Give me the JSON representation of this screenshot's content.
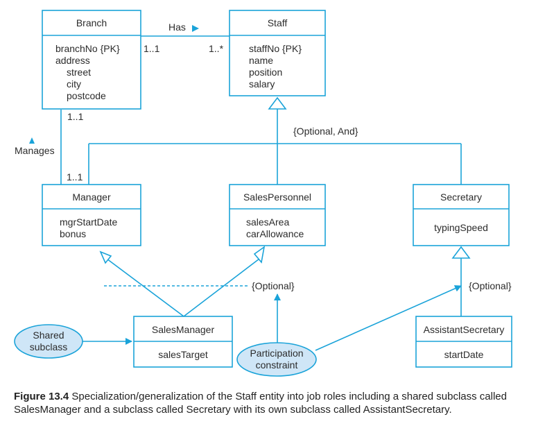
{
  "entities": {
    "branch": {
      "name": "Branch",
      "attrs": [
        "branchNo {PK}",
        "address",
        "street",
        "city",
        "postcode"
      ]
    },
    "staff": {
      "name": "Staff",
      "attrs": [
        "staffNo {PK}",
        "name",
        "position",
        "salary"
      ]
    },
    "manager": {
      "name": "Manager",
      "attrs": [
        "mgrStartDate",
        "bonus"
      ]
    },
    "salesPersonnel": {
      "name": "SalesPersonnel",
      "attrs": [
        "salesArea",
        "carAllowance"
      ]
    },
    "secretary": {
      "name": "Secretary",
      "attrs": [
        "typingSpeed"
      ]
    },
    "salesManager": {
      "name": "SalesManager",
      "attrs": [
        "salesTarget"
      ]
    },
    "assistantSecretary": {
      "name": "AssistantSecretary",
      "attrs": [
        "startDate"
      ]
    }
  },
  "relationships": {
    "has": {
      "label": "Has",
      "branch_mult": "1..1",
      "staff_mult": "1..*"
    },
    "manages": {
      "label": "Manages",
      "branch_mult": "1..1",
      "manager_mult": "1..1"
    }
  },
  "constraints": {
    "staff": "{Optional, And}",
    "salesManager": "{Optional}",
    "secretary": "{Optional}"
  },
  "notes": {
    "shared": [
      "Shared",
      "subclass"
    ],
    "participation": [
      "Participation",
      "constraint"
    ]
  },
  "caption": {
    "label": "Figure 13.4",
    "text": "Specialization/generalization of the Staff entity into job roles including a shared subclass called SalesManager and a subclass called Secretary with its own subclass called AssistantSecretary."
  },
  "colors": {
    "line": "#1aa3d9",
    "note_fill": "#cfe6f7",
    "text": "#2b2b2b"
  }
}
